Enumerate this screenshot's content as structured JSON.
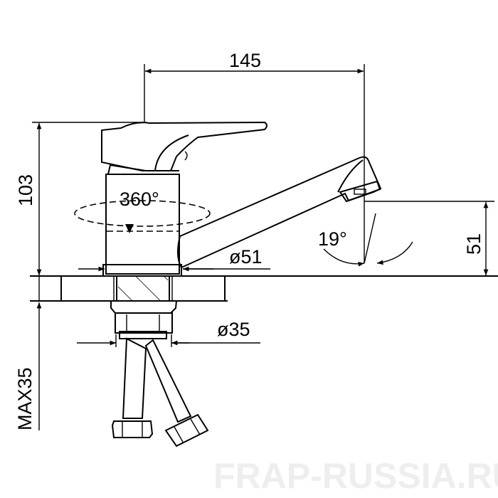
{
  "watermark": "FRAP-RUSSIA.RU",
  "dimensions": {
    "spout_reach": "145",
    "height": "103",
    "spout_height": "51",
    "body_diameter": "ø51",
    "shank_diameter": "ø35",
    "max_counter_thickness": "MAX35",
    "rotation": "360°",
    "spout_angle": "19°"
  },
  "colors": {
    "line": "#000000",
    "watermark": "#eeeeee"
  }
}
